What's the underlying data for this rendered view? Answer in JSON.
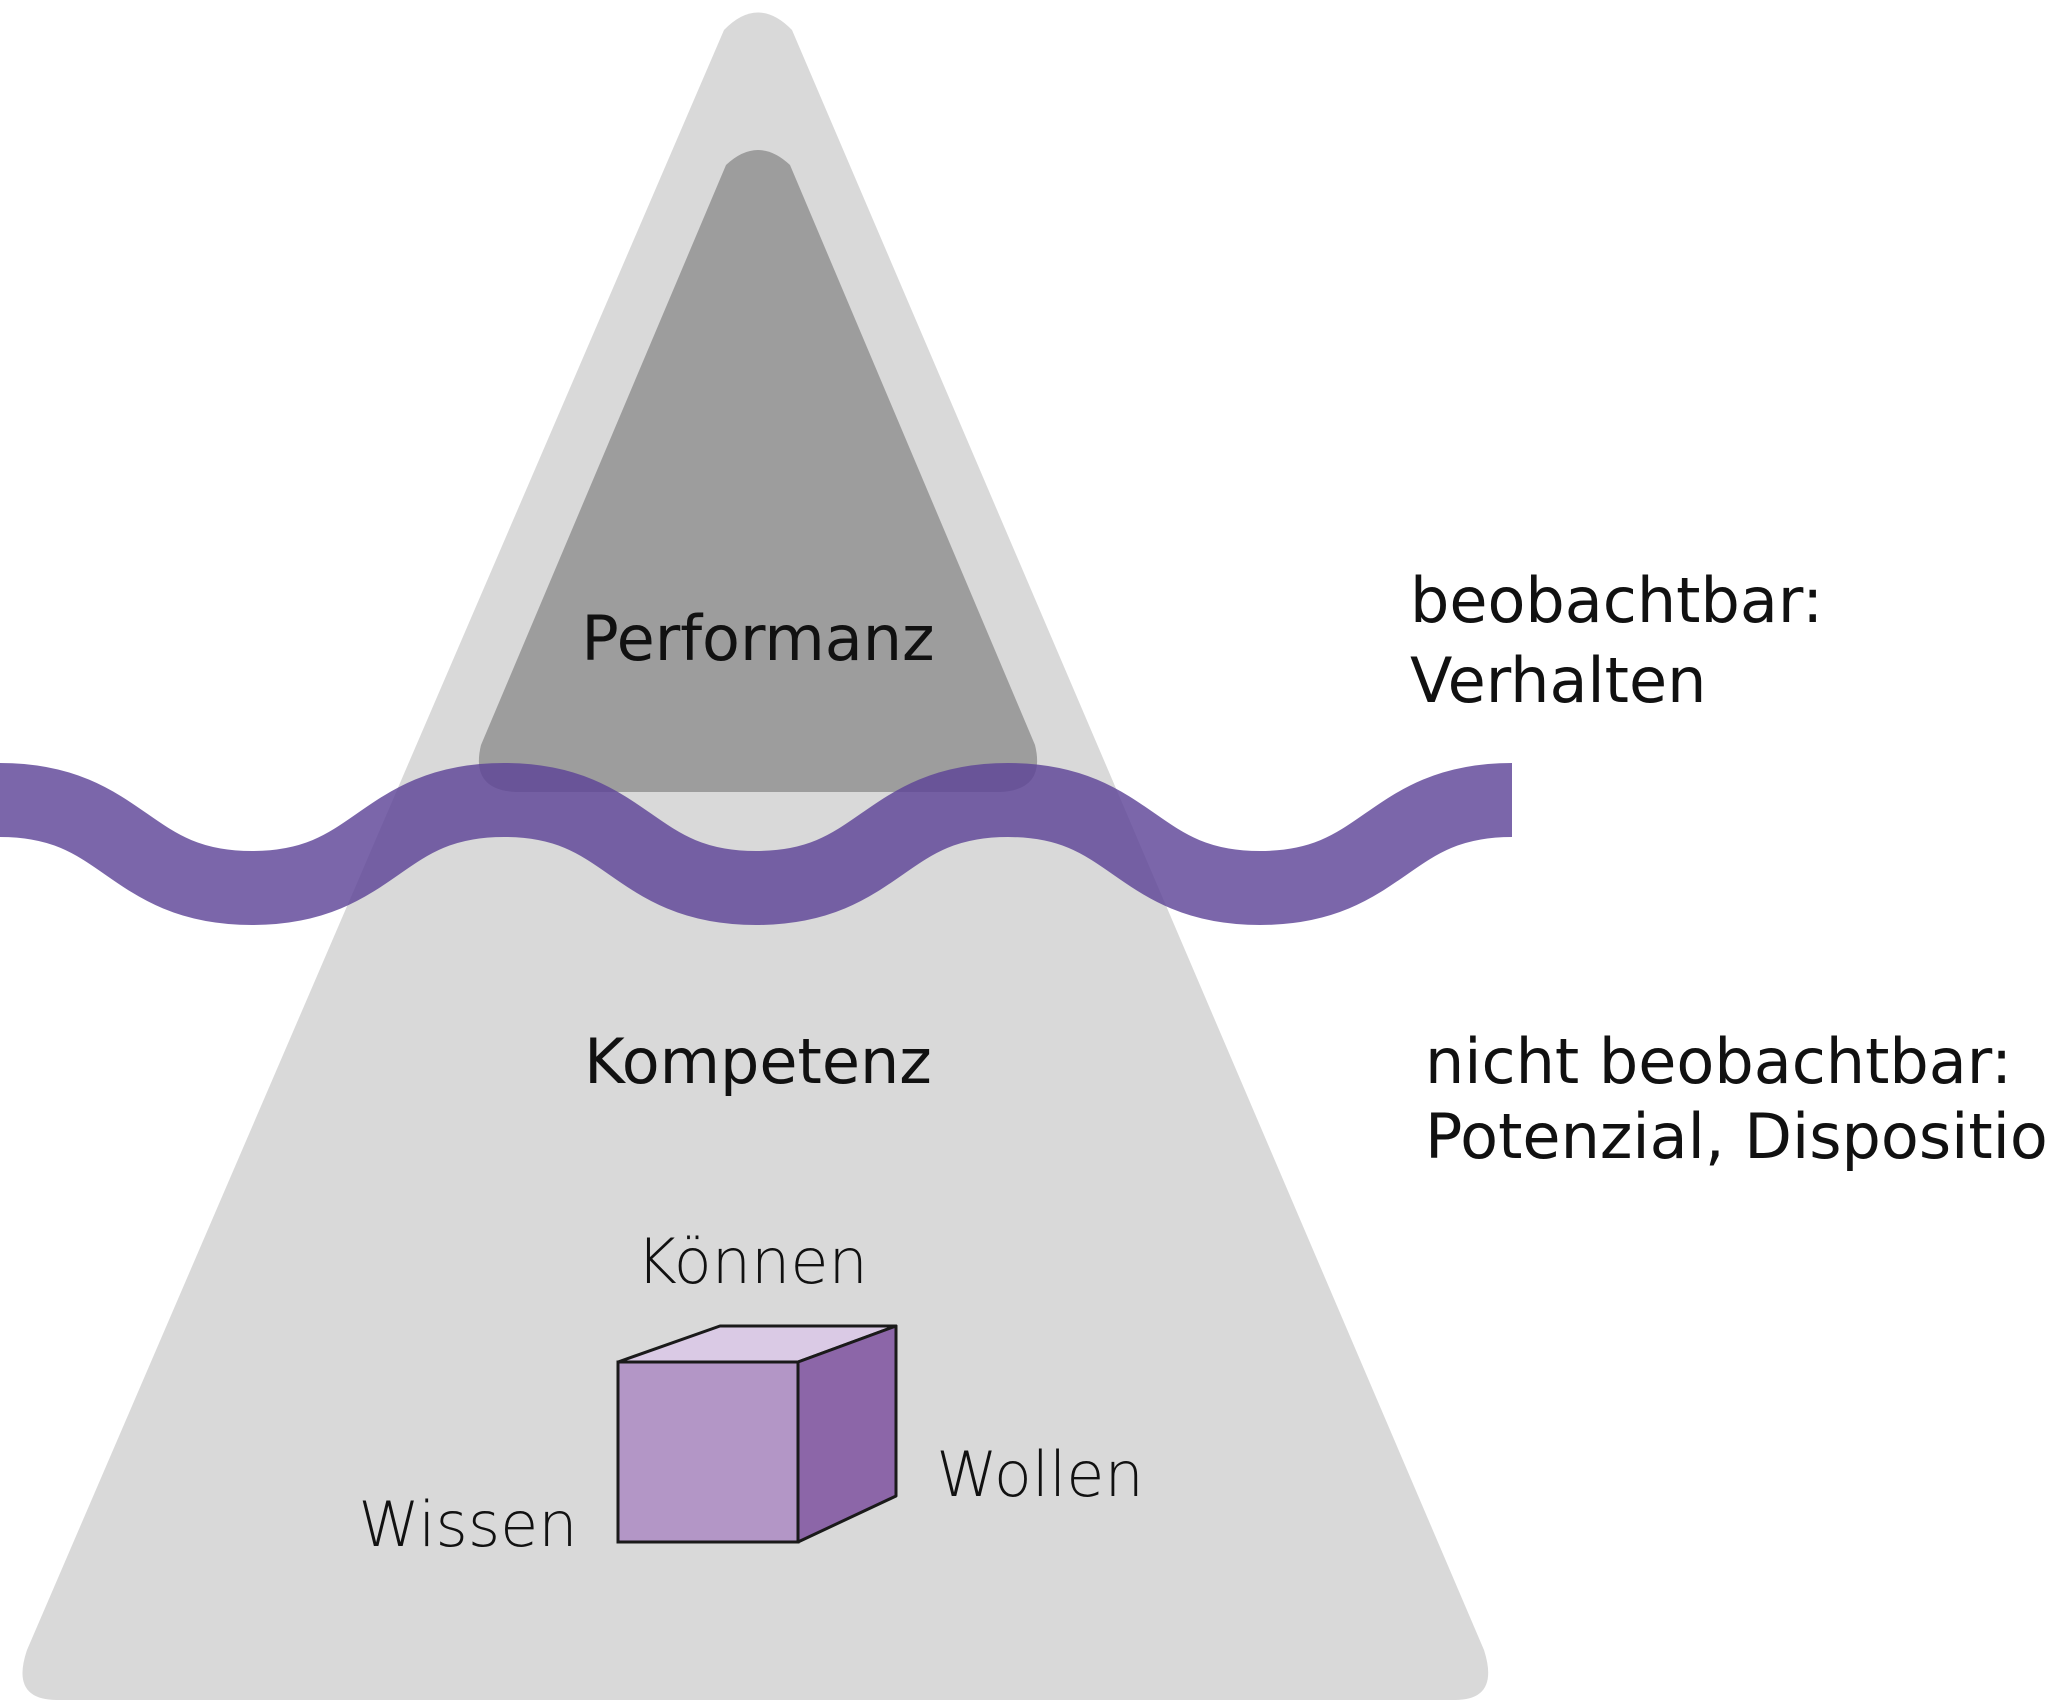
{
  "colors": {
    "iceberg": "#d9d9d9",
    "tip": "#9d9d9d",
    "wave": "#5e4497",
    "cube_front": "#b396c6",
    "cube_top": "#dacae5",
    "cube_side": "#8c66a8",
    "cube_edge": "#1a1a1a",
    "text": "#111111"
  },
  "labels": {
    "performanz": "Performanz",
    "kompetenz": "Kompetenz",
    "koennen": "Können",
    "wissen": "Wissen",
    "wollen": "Wollen"
  },
  "side": {
    "observable_line1": "beobachtbar:",
    "observable_line2": "Verhalten",
    "hidden_line1": "nicht beobachtbar:",
    "hidden_line2": "Potenzial, Disposition"
  }
}
